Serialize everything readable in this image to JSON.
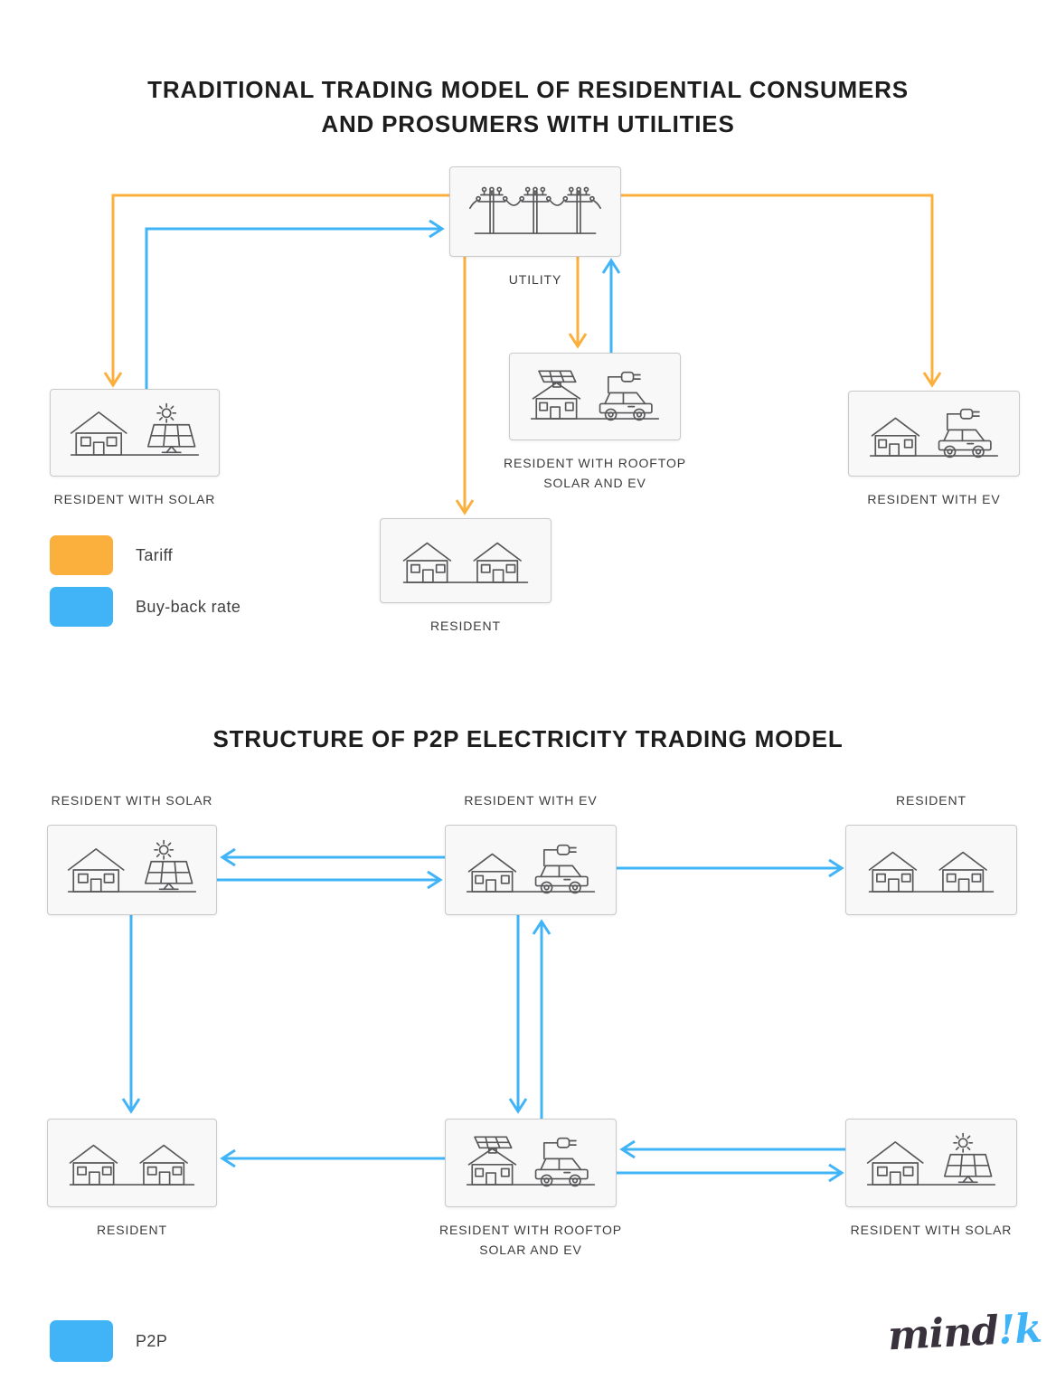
{
  "colors": {
    "tariff_orange": "#FBAF3D",
    "p2p_blue": "#41B4F7",
    "box_fill": "#F8F8F8",
    "box_border": "#C9C9C9",
    "icon_stroke": "#58585A",
    "title_color": "#1D1D1D",
    "label_color": "#3B3B3B",
    "logo_dark": "#39323C"
  },
  "icons": {
    "utility": "power-lines-icon",
    "resident_solar": "house-with-solar-panel-icon",
    "resident_rooftop_ev": "house-rooftop-solar-ev-icon",
    "resident_ev": "house-with-ev-icon",
    "resident": "two-houses-icon"
  },
  "section_traditional": {
    "title": "TRADITIONAL TRADING MODEL OF RESIDENTIAL CONSUMERS\nAND PROSUMERS WITH UTILITIES",
    "nodes": {
      "utility": {
        "label": "UTILITY"
      },
      "resident_solar": {
        "label": "RESIDENT WITH SOLAR"
      },
      "resident_rooftop_ev": {
        "label": "RESIDENT WITH ROOFTOP\nSOLAR AND EV"
      },
      "resident_ev": {
        "label": "RESIDENT WITH EV"
      },
      "resident": {
        "label": "RESIDENT"
      }
    },
    "legend": [
      {
        "label": "Tariff",
        "color": "#FBAF3D"
      },
      {
        "label": "Buy-back rate",
        "color": "#41B4F7"
      }
    ]
  },
  "section_p2p": {
    "title": "STRUCTURE OF P2P ELECTRICITY TRADING MODEL",
    "nodes": {
      "resident_solar_top": {
        "label": "RESIDENT WITH SOLAR"
      },
      "resident_ev": {
        "label": "RESIDENT WITH EV"
      },
      "resident_top": {
        "label": "RESIDENT"
      },
      "resident_bottom": {
        "label": "RESIDENT"
      },
      "resident_rooftop_ev": {
        "label": "RESIDENT WITH ROOFTOP\nSOLAR AND EV"
      },
      "resident_solar_bottom": {
        "label": "RESIDENT WITH SOLAR"
      }
    },
    "legend": [
      {
        "label": "P2P",
        "color": "#41B4F7"
      }
    ]
  },
  "footer": {
    "logo_text_dark": "mind",
    "logo_text_accent": "!k"
  }
}
